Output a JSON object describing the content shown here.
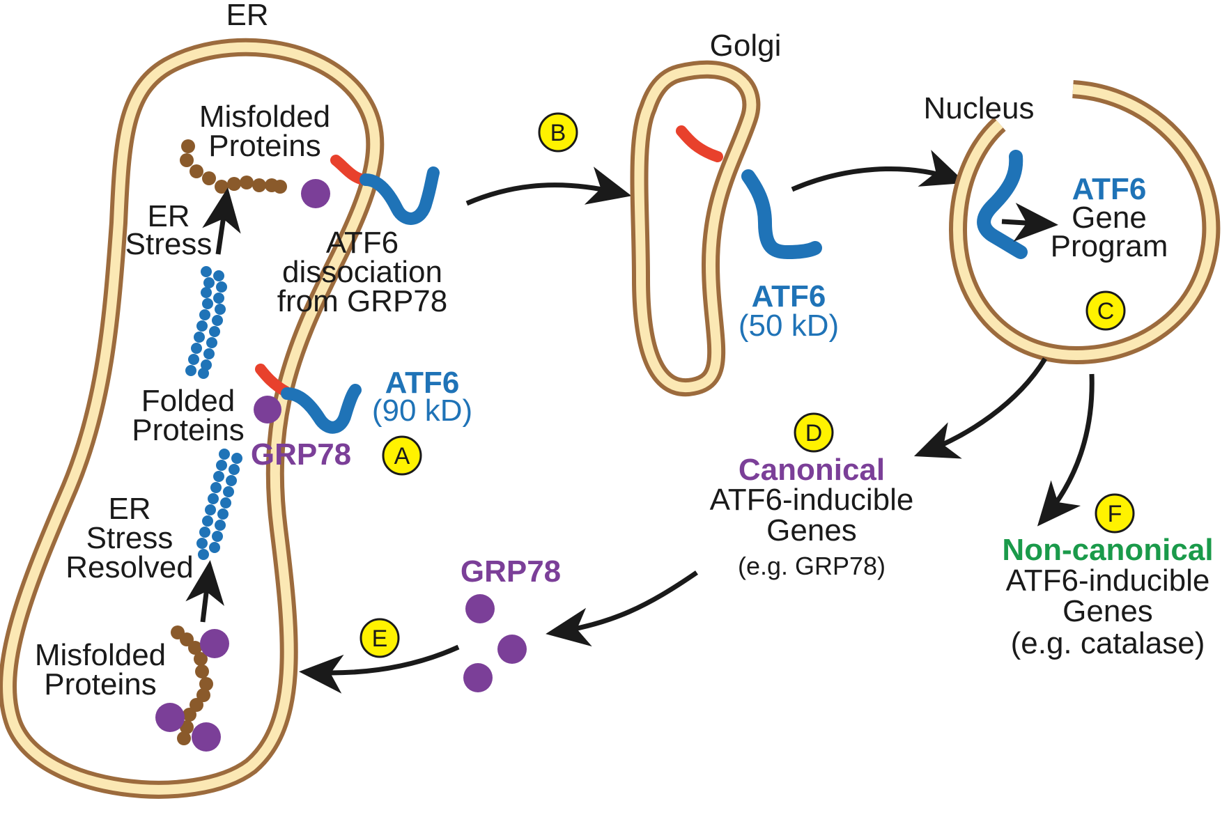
{
  "colors": {
    "membrane_outer": "#9c6b3d",
    "membrane_inner": "#fbe8b4",
    "atf6_blue": "#1f73b7",
    "atf6_red": "#e8412c",
    "grp78_purple": "#7b3f98",
    "misfolded_brown": "#8a5a2b",
    "folded_blue": "#1f73b7",
    "badge_yellow": "#fff200",
    "canonical_purple": "#7b3f98",
    "noncanonical_green": "#1a9a4a",
    "arrow": "#1a1a1a"
  },
  "compartments": {
    "er": "ER",
    "golgi": "Golgi",
    "nucleus": "Nucleus"
  },
  "er_labels": {
    "misfolded_top_1": "Misfolded",
    "misfolded_top_2": "Proteins",
    "er_stress_1": "ER",
    "er_stress_2": "Stress",
    "dissociation_1": "ATF6",
    "dissociation_2": "dissociation",
    "dissociation_3": "from GRP78",
    "folded_1": "Folded",
    "folded_2": "Proteins",
    "grp78": "GRP78",
    "atf6_90_name": "ATF6",
    "atf6_90_size": "(90 kD)",
    "resolved_1": "ER",
    "resolved_2": "Stress",
    "resolved_3": "Resolved",
    "misfolded_bottom_1": "Misfolded",
    "misfolded_bottom_2": "Proteins"
  },
  "golgi_labels": {
    "atf6_50_name": "ATF6",
    "atf6_50_size": "(50 kD)"
  },
  "nucleus_labels": {
    "program_1": "ATF6",
    "program_2": "Gene",
    "program_3": "Program"
  },
  "canonical": {
    "title": "Canonical",
    "line_1": "ATF6-inducible",
    "line_2": "Genes",
    "example": "(e.g. GRP78)"
  },
  "noncanonical": {
    "title": "Non-canonical",
    "line_1": "ATF6-inducible",
    "line_2": "Genes",
    "example": "(e.g. catalase)"
  },
  "secreted_grp78": "GRP78",
  "badges": {
    "a": "A",
    "b": "B",
    "c": "C",
    "d": "D",
    "e": "E",
    "f": "F"
  }
}
